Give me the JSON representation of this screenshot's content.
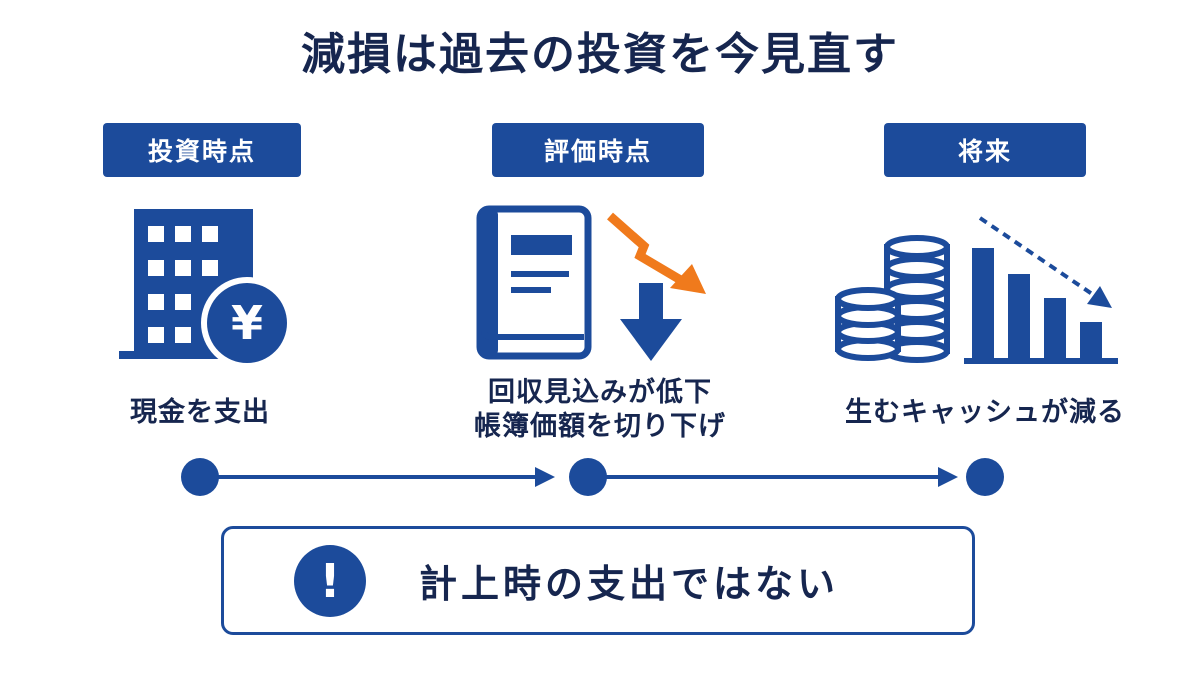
{
  "title": "減損は過去の投資を今見直す",
  "stages": [
    {
      "label": "投資時点",
      "caption_lines": [
        "現金を支出"
      ],
      "icon": "building-yen-icon"
    },
    {
      "label": "評価時点",
      "caption_lines": [
        "回収見込みが低下",
        "帳簿価額を切り下げ"
      ],
      "icon": "ledger-book-icon"
    },
    {
      "label": "将来",
      "caption_lines": [
        "生むキャッシュが減る"
      ],
      "icon": "coins-declining-bars-icon"
    }
  ],
  "yen_symbol": "¥",
  "callout": {
    "icon_symbol": "!",
    "text": "計上時の支出ではない"
  },
  "colors": {
    "navy": "#1c4b9b",
    "text": "#16264f",
    "orange": "#f07a1c"
  }
}
